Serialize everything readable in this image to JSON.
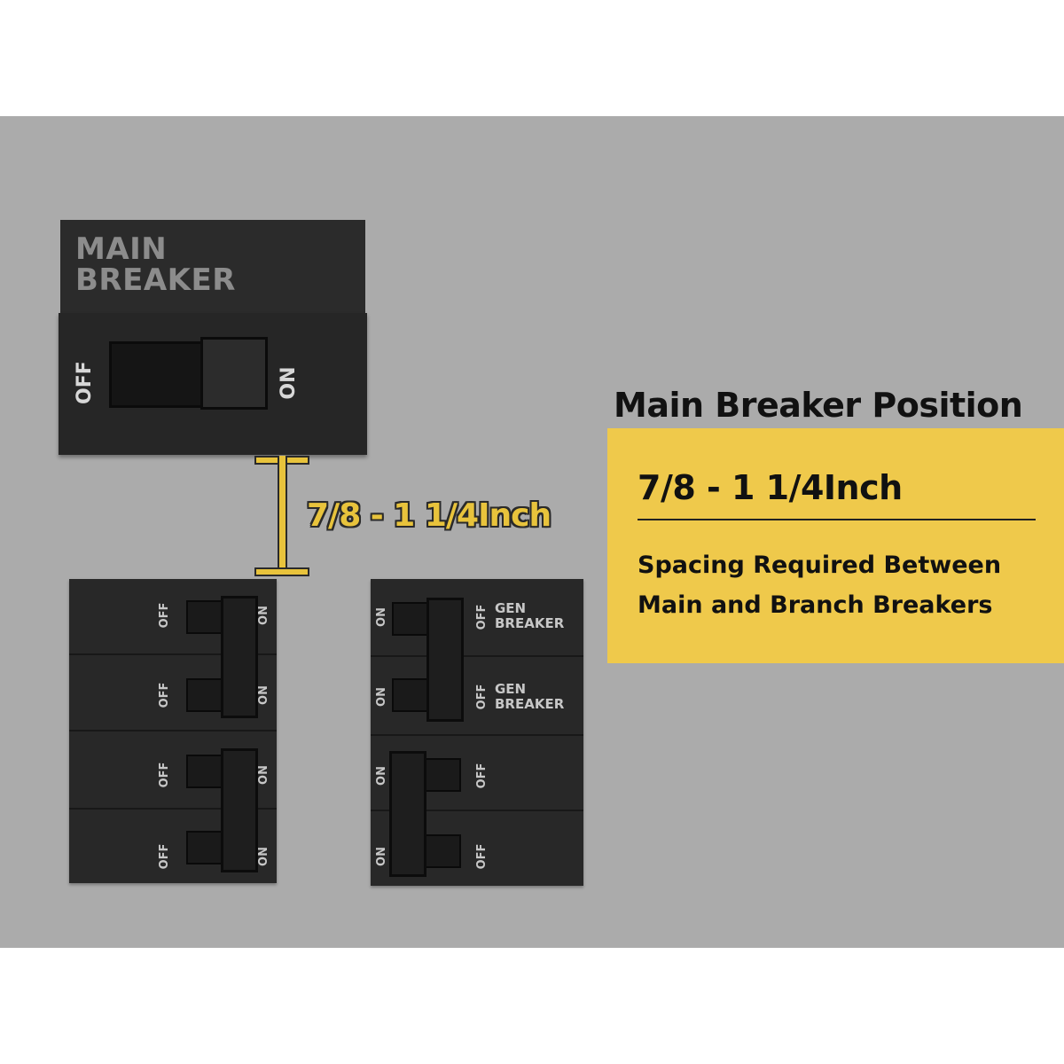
{
  "main_breaker": {
    "title_line1": "MAIN",
    "title_line2": "BREAKER",
    "off_label": "OFF",
    "on_label": "ON"
  },
  "spacing": {
    "dimension_label": "7/8 - 1 1/4Inch"
  },
  "info_box": {
    "heading": "Main Breaker Position",
    "dimension": "7/8 - 1 1/4Inch",
    "description_line1": "Spacing Required Between",
    "description_line2": "Main and Branch Breakers"
  },
  "branch_left": {
    "off_label": "OFF",
    "on_label": "ON"
  },
  "branch_right": {
    "on_label": "ON",
    "off_label": "OFF",
    "gen_line1": "GEN",
    "gen_line2": "BREAKER"
  },
  "colors": {
    "accent_yellow": "#efc94b",
    "panel_background": "#ababab",
    "breaker_body": "#282828"
  }
}
